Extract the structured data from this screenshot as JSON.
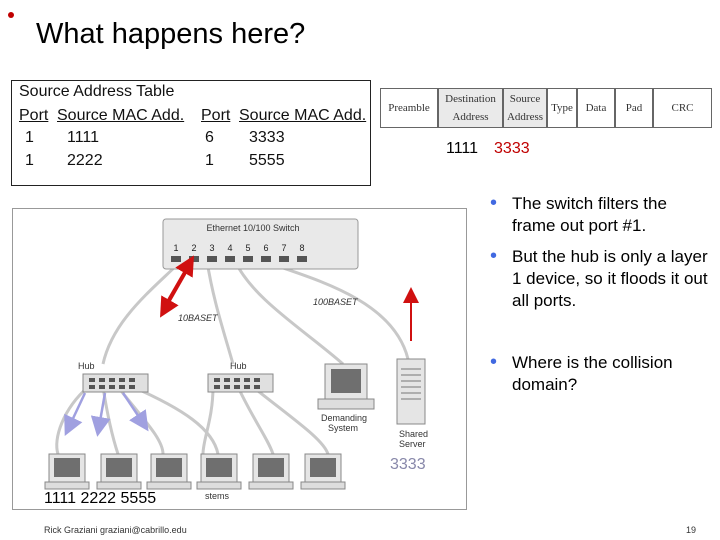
{
  "title": "What happens here?",
  "source_table": {
    "heading": "Source Address Table",
    "col_port": "Port",
    "col_mac": "Source MAC Add.",
    "left_rows": [
      {
        "port": "1",
        "mac": "1111"
      },
      {
        "port": "1",
        "mac": "2222"
      }
    ],
    "right_rows": [
      {
        "port": "6",
        "mac": "3333"
      },
      {
        "port": "1",
        "mac": "5555"
      }
    ]
  },
  "frame": {
    "fields": [
      "Preamble",
      "Destination Address",
      "Source Address",
      "Type",
      "Data",
      "Pad",
      "CRC"
    ],
    "dest": "1111",
    "src": "3333"
  },
  "bullets": [
    "The switch filters the frame out port #1.",
    "But the hub is only a layer 1 device, so it floods it out all ports.",
    "Where is the collision domain?"
  ],
  "diagram": {
    "switch_label": "Ethernet 10/100 Switch",
    "ports": [
      "1",
      "2",
      "3",
      "4",
      "5",
      "6",
      "7",
      "8"
    ],
    "link_label_1": "100BASET",
    "link_label_2": "10BASET",
    "hub1_label": "Hub",
    "hub2_label": "Hub",
    "demanding_label_1": "Demanding",
    "demanding_label_2": "System",
    "server_label_1": "Shared",
    "server_label_2": "Server",
    "systems_label": "stems"
  },
  "server_id": "3333",
  "hosts_label": "1111  2222  5555",
  "footer": "Rick Graziani  graziani@cabrillo.edu",
  "page_number": "19",
  "colors": {
    "accent_red": "#c00000",
    "bullet_blue": "#4169e1",
    "arrow_red": "#d01010",
    "arrow_purple": "#a0a0e0"
  }
}
